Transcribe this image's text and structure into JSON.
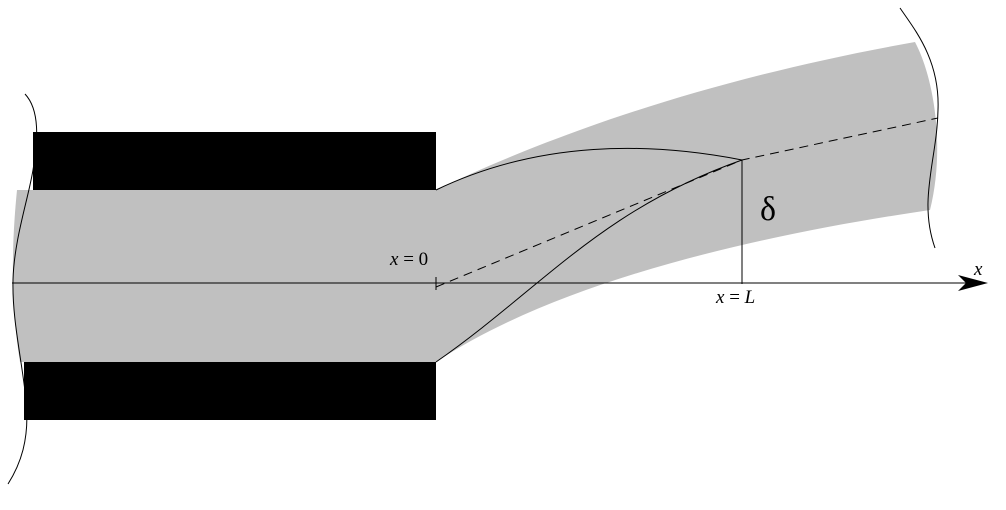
{
  "labels": {
    "origin": "x = 0",
    "origin_var": "x",
    "origin_rest": " = 0",
    "end": "x = L",
    "end_var": "x",
    "end_eq": " = ",
    "end_L": "L",
    "axis": "x",
    "deflection": "δ"
  },
  "colors": {
    "fiber": "#c0c0c0",
    "clamp": "#000000",
    "line": "#000000",
    "background": "#ffffff"
  }
}
